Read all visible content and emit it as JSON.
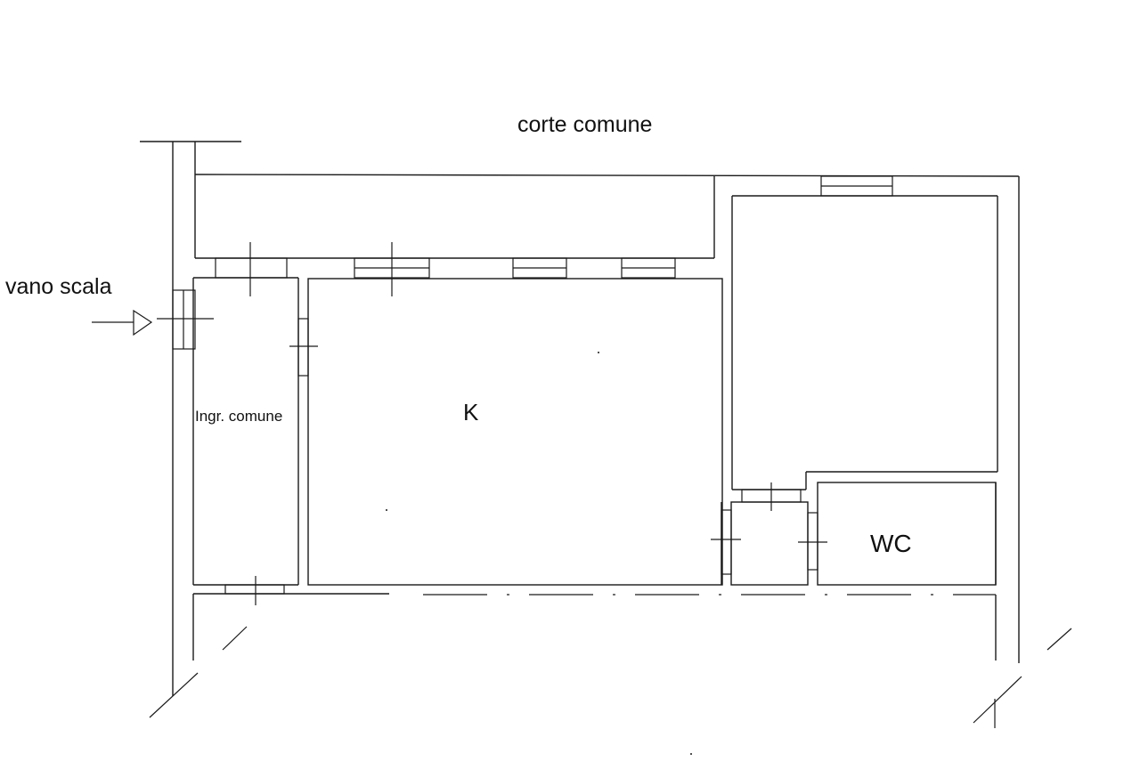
{
  "labels": {
    "court": "corte comune",
    "stair": "vano scala",
    "entrance": "Ingr. comune",
    "kitchen": "K",
    "wc": "WC"
  },
  "colors": {
    "ink": "#1a1a1a",
    "paper": "#ffffff"
  }
}
